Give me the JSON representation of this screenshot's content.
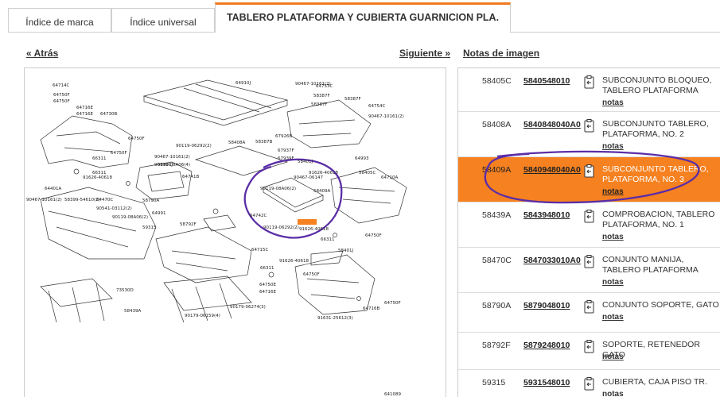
{
  "tabs": {
    "brand_index": "Índice de marca",
    "universal_index": "Índice universal",
    "active": "TABLERO PLATAFORMA Y CUBIERTA GUARNICION PLA."
  },
  "nav": {
    "back": "« Atrás",
    "next": "Siguiente »",
    "image_notes": "Notas de imagen"
  },
  "diagram": {
    "catalog_number": "641089",
    "highlight_color": "#5b2ea6",
    "labels": [
      "64714C",
      "64750F",
      "64750F",
      "64716E",
      "64716E",
      "64730B",
      "64750F",
      "66311",
      "64750F",
      "66311",
      "91626-40618",
      "64401A",
      "90467-10161(2)",
      "58399-54610(2)",
      "64470C",
      "90541-03112(2)",
      "90119-08A06(2)",
      "64991",
      "59315",
      "58790A",
      "58792F",
      "64741B",
      "90467-10161(2)",
      "90119-08A06(4)",
      "90119-06292(2)",
      "58401J",
      "58408A",
      "64910J",
      "90467-10161(2)",
      "64753C",
      "58387F",
      "58387F",
      "58387F",
      "64754C",
      "90467-10161(2)",
      "67926B",
      "58387B",
      "67937F",
      "67939F",
      "58401J",
      "64993",
      "64710A",
      "58405C",
      "91626-40618",
      "90467-06147",
      "64742C",
      "90119-06292(2)",
      "90119-08A06(2)",
      "58409A",
      "91626-40618",
      "66311",
      "64750F",
      "58401J",
      "64715C",
      "91626-40618",
      "66311",
      "64750F",
      "64750E",
      "64716E",
      "64716B",
      "64750F",
      "91631-25612(3)",
      "73530D",
      "58439A",
      "90179-06159(4)",
      "90179-06274(3)"
    ]
  },
  "parts": [
    {
      "code": "58405C",
      "part_number": "5840548010",
      "desc": "SUBCONJUNTO BLOQUEO, TABLERO PLATAFORMA",
      "notes": "notas"
    },
    {
      "code": "58408A",
      "part_number": "5840848040A0",
      "desc": "SUBCONJUNTO TABLERO, PLATAFORMA, NO. 2",
      "notes": "notas"
    },
    {
      "code": "58409A",
      "part_number": "5840948040A0",
      "desc": "SUBCONJUNTO TABLERO, PLATAFORMA, NO. 3",
      "notes": "notas",
      "selected": true
    },
    {
      "code": "58439A",
      "part_number": "5843948010",
      "desc": "COMPROBACION, TABLERO PLATAFORMA, NO. 1",
      "notes": "notas"
    },
    {
      "code": "58470C",
      "part_number": "5847033010A0",
      "desc": "CONJUNTO MANIJA, TABLERO PLATAFORMA",
      "notes": "notas"
    },
    {
      "code": "58790A",
      "part_number": "5879048010",
      "desc": "CONJUNTO SOPORTE, GATO",
      "notes": "notas"
    },
    {
      "code": "58792F",
      "part_number": "5879248010",
      "desc": "SOPORTE, RETENEDOR GATO",
      "notes": "notas"
    },
    {
      "code": "59315",
      "part_number": "5931548010",
      "desc": "CUBIERTA, CAJA PISO TR.",
      "notes": "notas"
    }
  ],
  "colors": {
    "accent": "#f68120",
    "annotation": "#5b2ea6"
  }
}
